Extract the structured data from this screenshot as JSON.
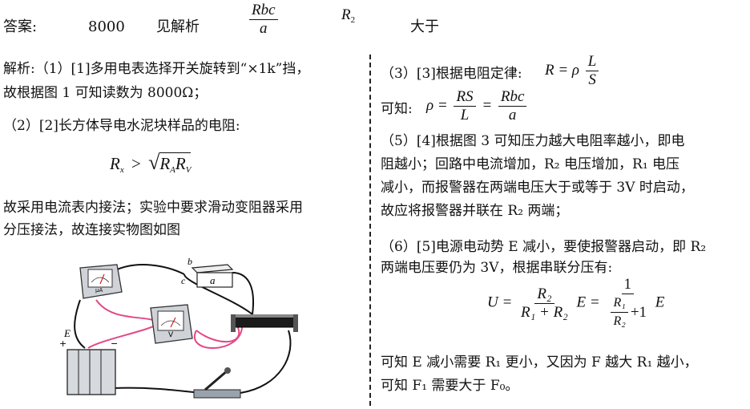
{
  "answer_row": {
    "label": "答案:",
    "ans1": "8000",
    "ans2": "见解析",
    "ans3_num": "Rbc",
    "ans3_den": "a",
    "ans4_letter": "R",
    "ans4_sub": "2",
    "ans5": "大于"
  },
  "left": {
    "p1_line1": "解析:（1）[1]多用电表选择开关旋转到“×1k”挡，",
    "p1_line2": "故根据图 1 可知读数为 8000Ω；",
    "p2_line1": "（2）[2]长方体导电水泥块样品的电阻:",
    "formula_lhs": "R",
    "formula_lhs_sub": "x",
    "formula_op": ">",
    "formula_rad_a": "R",
    "formula_rad_a_sub": "A",
    "formula_rad_b": "R",
    "formula_rad_b_sub": "V",
    "p3_line1": "故采用电流表内接法；实验中要求滑动变阻器采用",
    "p3_line2": "分压接法，故连接实物图如图",
    "fig_labels": {
      "b": "b",
      "c": "c",
      "a": "a",
      "E": "E",
      "plus": "+",
      "minus": "−",
      "uA": "μA",
      "V": "V"
    }
  },
  "right": {
    "p3_text": "（3）[3]根据电阻定律:",
    "rho_eq_lhs": "R = ρ",
    "rho_eq_num": "L",
    "rho_eq_den": "S",
    "p3b_text": "可知:",
    "rho2_lhs": "ρ =",
    "rho2_num1": "RS",
    "rho2_den1": "L",
    "rho2_eq": "=",
    "rho2_num2": "Rbc",
    "rho2_den2": "a",
    "p5_line1": "（5）[4]根据图 3 可知压力越大电阻率越小，即电",
    "p5_line2": "阻越小；回路中电流增加，R₂ 电压增加，R₁ 电压",
    "p5_line3": "减小，而报警器在两端电压大于或等于 3V 时启动，",
    "p5_line4": "故应将报警器并联在 R₂ 两端；",
    "p6_line1": "（6）[5]电源电动势 E 减小，要使报警器启动，即 R₂",
    "p6_line2": "两端电压要仍为 3V，根据串联分压有:",
    "u_lhs": "U =",
    "u_num": "R₂",
    "u_den": "R₁ + R₂",
    "u_mid": "E =",
    "u_num2": "1",
    "u_den2_num": "R₁",
    "u_den2_den": "R₂",
    "u_den2_plus": "+1",
    "u_end": "E",
    "p7_line1": "可知 E 减小需要 R₁ 更小，又因为 F 越大 R₁ 越小，",
    "p7_line2": "可知 F₁ 需要大于 F₀。"
  }
}
